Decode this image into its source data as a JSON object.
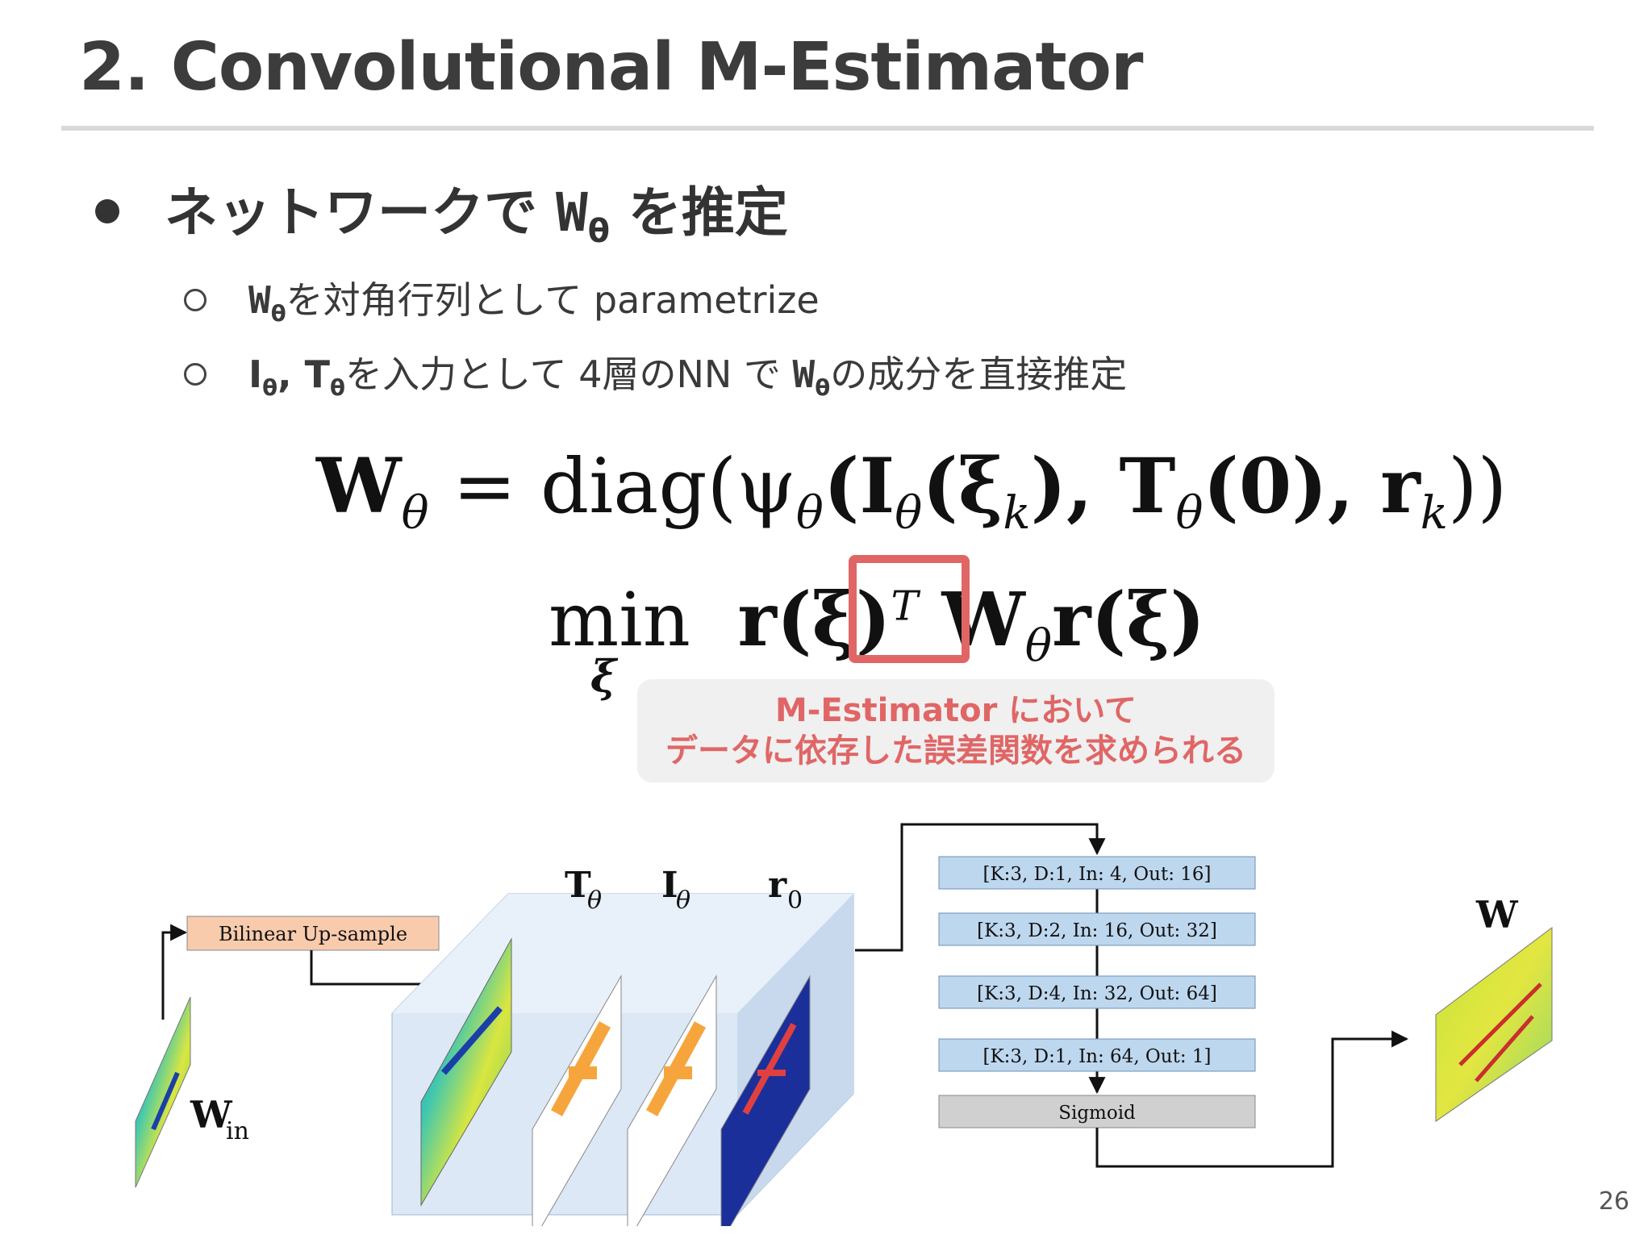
{
  "slide": {
    "title": "2. Convolutional M-Estimator",
    "page_number": "26"
  },
  "bullets": {
    "main": {
      "pre": "ネットワークで ",
      "sym": "W",
      "sub": "θ",
      "post": " を推定"
    },
    "sub1": {
      "sym": "W",
      "sub": "θ",
      "text": "を対角行列として parametrize"
    },
    "sub2": {
      "i": "I",
      "i_sub": "θ",
      "sep": ", ",
      "t": "T",
      "t_sub": "θ",
      "mid": "を入力として 4層のNN で ",
      "w": "W",
      "w_sub": "θ",
      "post": "の成分を直接推定"
    }
  },
  "equations": {
    "eq1": "W",
    "eq1_sub": "θ",
    "eq1_rest": " = diag(ψ",
    "eq1_psi_sub": "θ",
    "eq1_args": "(I",
    "eq1_i_sub": "θ",
    "eq1_xi": "(ξ",
    "eq1_k": "k",
    "eq1_t": "), T",
    "eq1_t_sub": "θ",
    "eq1_zero": "(0), r",
    "eq1_r_sub": "k",
    "eq1_close": "))",
    "eq2_min": "min",
    "eq2_sub": "ξ",
    "eq2_body": "r(ξ)",
    "eq2_sup": "T",
    "eq2_w": "W",
    "eq2_w_sub": "θ",
    "eq2_tail": "r(ξ)"
  },
  "callout": {
    "line1": "M-Estimator において",
    "line2": "データに依存した誤差関数を求められる"
  },
  "diagram": {
    "upsample_label": "Bilinear  Up-sample",
    "layers": [
      "[K:3, D:1, In: 4, Out: 16]",
      "[K:3, D:2, In: 16, Out: 32]",
      "[K:3, D:4, In: 32, Out: 64]",
      "[K:3, D:1, In: 64, Out: 1]"
    ],
    "sigmoid": "Sigmoid",
    "label_T": "T",
    "label_I": "I",
    "label_theta": "θ",
    "label_r": "r",
    "label_r_sub": "0",
    "label_W": "W",
    "label_Win": "W",
    "label_Win_sub": "in"
  },
  "colors": {
    "highlight": "#e06666",
    "upsample_fill": "#f8cbad",
    "layer_fill": "#bdd7ee",
    "sigmoid_fill": "#d0d0d0",
    "volume_fill": "#dce8f5"
  }
}
